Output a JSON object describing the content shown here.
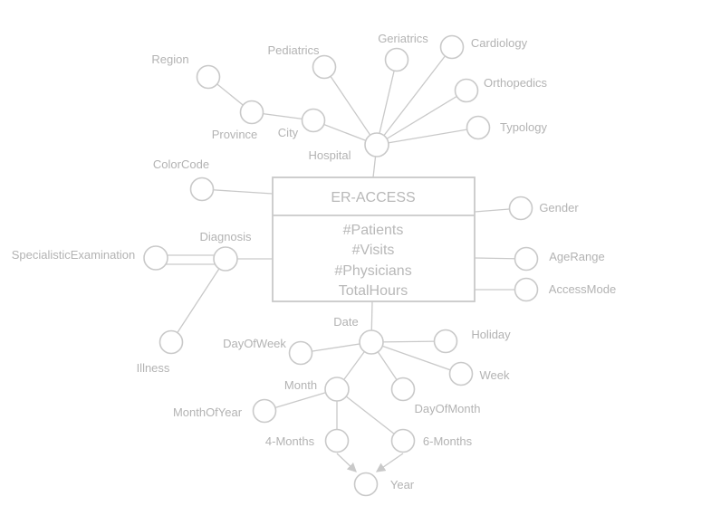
{
  "fact": {
    "name": "ER-ACCESS",
    "measures": [
      "#Patients",
      "#Visits",
      "#Physicians",
      "TotalHours"
    ]
  },
  "attributes": {
    "region": "Region",
    "province": "Province",
    "city": "City",
    "hospital": "Hospital",
    "pediatrics": "Pediatrics",
    "geriatrics": "Geriatrics",
    "cardiology": "Cardiology",
    "orthopedics": "Orthopedics",
    "typology": "Typology",
    "colorcode": "ColorCode",
    "gender": "Gender",
    "diagnosis": "Diagnosis",
    "specialistic": "SpecialisticExamination",
    "illness": "Illness",
    "agerange": "AgeRange",
    "accessmode": "AccessMode",
    "date": "Date",
    "dayofweek": "DayOfWeek",
    "holiday": "Holiday",
    "week": "Week",
    "dayofmonth": "DayOfMonth",
    "month": "Month",
    "monthofyear": "MonthOfYear",
    "fourmonths": "4-Months",
    "sixmonths": "6-Months",
    "year": "Year"
  }
}
